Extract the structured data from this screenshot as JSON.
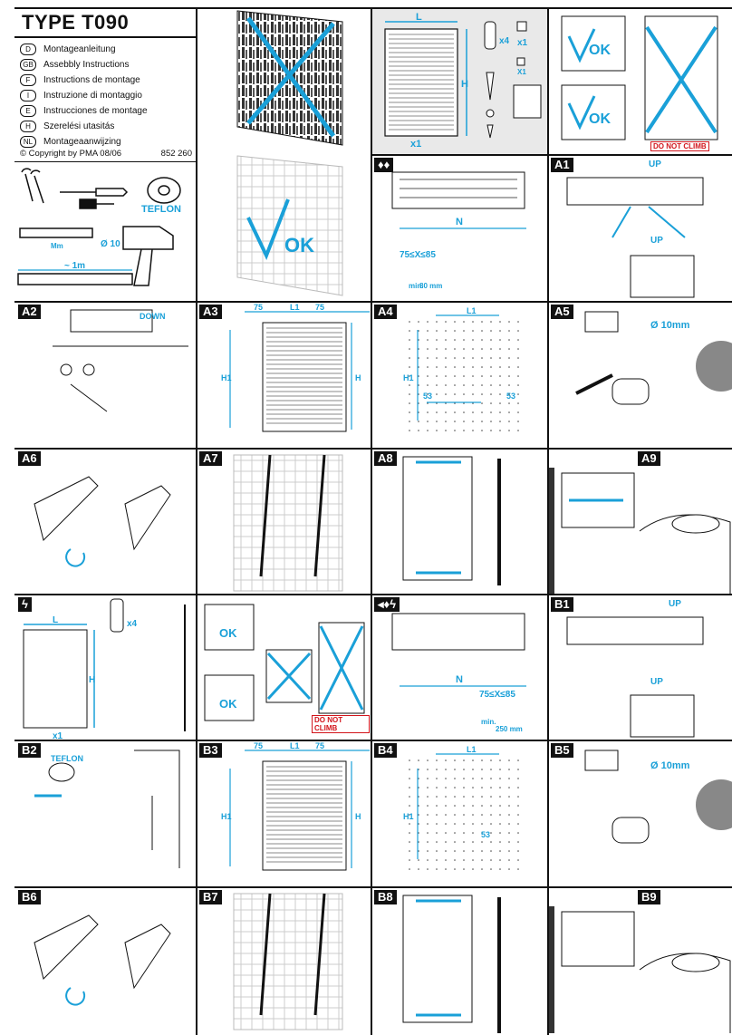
{
  "header": {
    "title": "TYPE T090",
    "languages": [
      {
        "code": "D",
        "text": "Montageanleitung"
      },
      {
        "code": "GB",
        "text": "Assebbly Instructions"
      },
      {
        "code": "F",
        "text": "Instructions de montage"
      },
      {
        "code": "I",
        "text": "Instruzione di montaggio"
      },
      {
        "code": "E",
        "text": "Instrucciones de montage"
      },
      {
        "code": "H",
        "text": "Szerelési utasitás"
      },
      {
        "code": "NL",
        "text": "Montageaanwijzing"
      }
    ],
    "copyright": "© Copyright by PMA 08/06",
    "doc_number": "852 260"
  },
  "tools": {
    "teflon": "TEFLON",
    "mm": "Mm",
    "drill": "Ø 10",
    "level": "~ 1m"
  },
  "overview": {
    "L": "L",
    "H": "H",
    "x1": "x1",
    "x4": "x4",
    "x1b": "x1",
    "X1": "X1"
  },
  "warning": {
    "do_not_climb": "DO NOT CLIMB",
    "ok": "OK"
  },
  "dims": {
    "N": "N",
    "x_range": "75≤X≤85",
    "min": "min.",
    "min_val": "80 mm",
    "min_val_b": "250 mm",
    "up": "UP",
    "down": "DOWN",
    "d75": "75",
    "L1": "L1",
    "H1": "H1",
    "s53": "53",
    "drill10": "Ø 10mm",
    "teflon": "TEFLON"
  },
  "panels": {
    "A1": "A1",
    "A2": "A2",
    "A3": "A3",
    "A4": "A4",
    "A5": "A5",
    "A6": "A6",
    "A7": "A7",
    "A8": "A8",
    "A9": "A9",
    "B1": "B1",
    "B2": "B2",
    "B3": "B3",
    "B4": "B4",
    "B5": "B5",
    "B6": "B6",
    "B7": "B7",
    "B8": "B8",
    "B9": "B9"
  },
  "colors": {
    "accent": "#1aa0d8",
    "warn": "#d2141b",
    "line": "#111111",
    "panel_bg": "#e9e9e9"
  }
}
